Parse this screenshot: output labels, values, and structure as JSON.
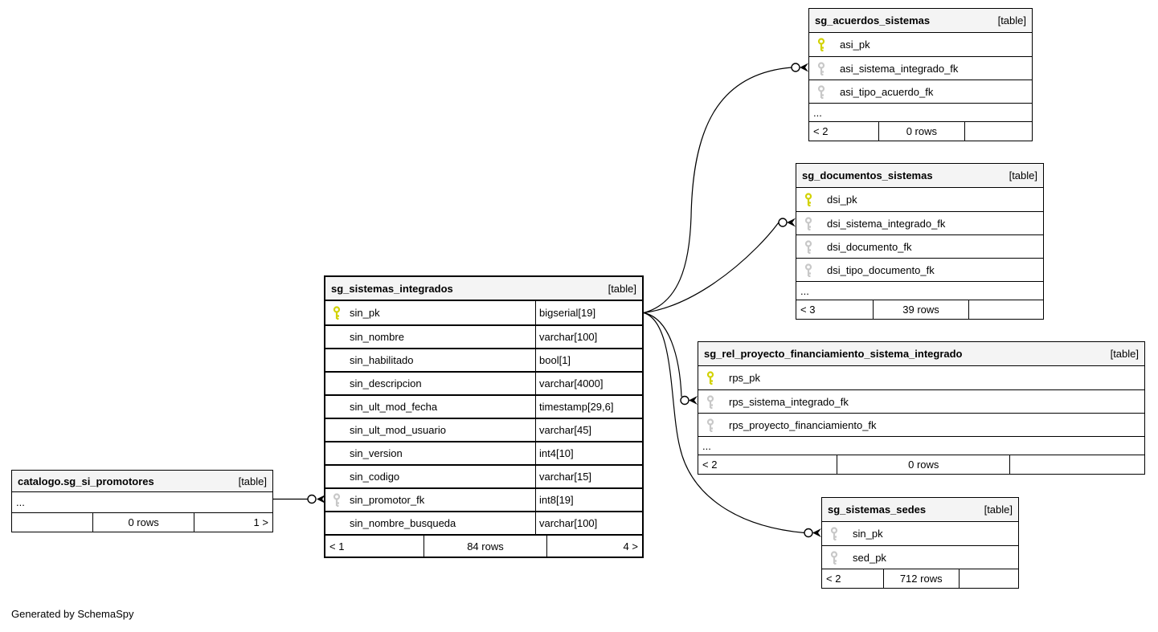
{
  "page": {
    "generated_by": "Generated by SchemaSpy"
  },
  "colors": {
    "primary_key": "#d2d200",
    "foreign_key": "#c8c8c8",
    "header_bg": "#f4f4f4",
    "border": "#000000",
    "background": "#ffffff"
  },
  "tables": {
    "central": {
      "name": "sg_sistemas_integrados",
      "tag": "[table]",
      "rows": [
        {
          "key": "pk",
          "name": "sin_pk",
          "type": "bigserial[19]"
        },
        {
          "key": "",
          "name": "sin_nombre",
          "type": "varchar[100]"
        },
        {
          "key": "",
          "name": "sin_habilitado",
          "type": "bool[1]"
        },
        {
          "key": "",
          "name": "sin_descripcion",
          "type": "varchar[4000]"
        },
        {
          "key": "",
          "name": "sin_ult_mod_fecha",
          "type": "timestamp[29,6]"
        },
        {
          "key": "",
          "name": "sin_ult_mod_usuario",
          "type": "varchar[45]"
        },
        {
          "key": "",
          "name": "sin_version",
          "type": "int4[10]"
        },
        {
          "key": "",
          "name": "sin_codigo",
          "type": "varchar[15]"
        },
        {
          "key": "fk",
          "name": "sin_promotor_fk",
          "type": "int8[19]"
        },
        {
          "key": "",
          "name": "sin_nombre_busqueda",
          "type": "varchar[100]"
        }
      ],
      "footer": {
        "left": "< 1",
        "center": "84 rows",
        "right": "4 >"
      }
    },
    "acuerdos": {
      "name": "sg_acuerdos_sistemas",
      "tag": "[table]",
      "rows": [
        {
          "key": "pk",
          "name": "asi_pk"
        },
        {
          "key": "fk",
          "name": "asi_sistema_integrado_fk"
        },
        {
          "key": "fk",
          "name": "asi_tipo_acuerdo_fk"
        }
      ],
      "ellipsis": "...",
      "footer": {
        "left": "< 2",
        "center": "0 rows",
        "right": ""
      }
    },
    "documentos": {
      "name": "sg_documentos_sistemas",
      "tag": "[table]",
      "rows": [
        {
          "key": "pk",
          "name": "dsi_pk"
        },
        {
          "key": "fk",
          "name": "dsi_sistema_integrado_fk"
        },
        {
          "key": "fk",
          "name": "dsi_documento_fk"
        },
        {
          "key": "fk",
          "name": "dsi_tipo_documento_fk"
        }
      ],
      "ellipsis": "...",
      "footer": {
        "left": "< 3",
        "center": "39 rows",
        "right": ""
      }
    },
    "rel": {
      "name": "sg_rel_proyecto_financiamiento_sistema_integrado",
      "tag": "[table]",
      "rows": [
        {
          "key": "pk",
          "name": "rps_pk"
        },
        {
          "key": "fk",
          "name": "rps_sistema_integrado_fk"
        },
        {
          "key": "fk",
          "name": "rps_proyecto_financiamiento_fk"
        }
      ],
      "ellipsis": "...",
      "footer": {
        "left": "< 2",
        "center": "0 rows",
        "right": ""
      }
    },
    "sedes": {
      "name": "sg_sistemas_sedes",
      "tag": "[table]",
      "rows": [
        {
          "key": "fk",
          "name": "sin_pk"
        },
        {
          "key": "fk",
          "name": "sed_pk"
        }
      ],
      "footer": {
        "left": "< 2",
        "center": "712 rows",
        "right": ""
      }
    },
    "promotores": {
      "name": "catalogo.sg_si_promotores",
      "tag": "[table]",
      "ellipsis": "...",
      "footer": {
        "left": "",
        "center": "0 rows",
        "right": "1 >"
      }
    }
  },
  "relationships": [
    {
      "from": "sg_sistemas_integrados.sin_pk",
      "to": "sg_acuerdos_sistemas.asi_sistema_integrado_fk"
    },
    {
      "from": "sg_sistemas_integrados.sin_pk",
      "to": "sg_documentos_sistemas.dsi_sistema_integrado_fk"
    },
    {
      "from": "sg_sistemas_integrados.sin_pk",
      "to": "sg_rel_proyecto_financiamiento_sistema_integrado.rps_sistema_integrado_fk"
    },
    {
      "from": "sg_sistemas_integrados.sin_pk",
      "to": "sg_sistemas_sedes.sin_pk"
    },
    {
      "from": "catalogo.sg_si_promotores",
      "to": "sg_sistemas_integrados.sin_promotor_fk"
    }
  ]
}
